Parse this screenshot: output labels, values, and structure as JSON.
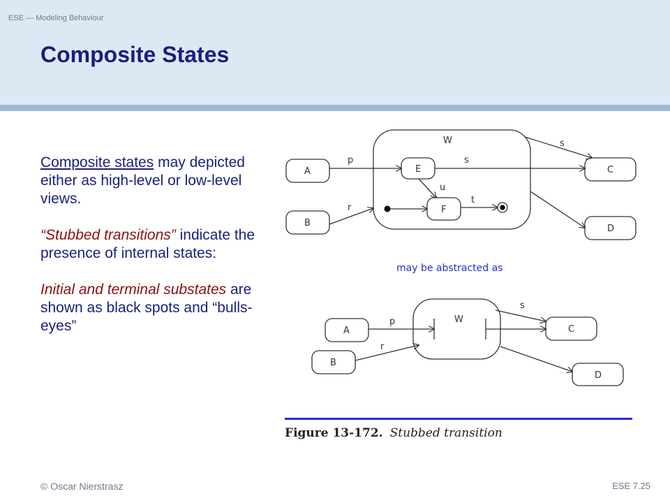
{
  "header": {
    "running_head": "ESE — Modeling Behaviour",
    "title": "Composite States"
  },
  "body": {
    "p1_link": "Composite states",
    "p1_rest": " may depicted either as high-level or low-level views.",
    "p2_quoted": "“Stubbed transitions”",
    "p2_rest": " indicate the presence of internal states:",
    "p3_italic": "Initial and terminal substates",
    "p3_rest": " are shown as black spots and “bulls-eyes”"
  },
  "diagram_top": {
    "composite_label": "W",
    "states": [
      "A",
      "B",
      "E",
      "F",
      "C",
      "D"
    ],
    "transitions": [
      "p",
      "s",
      "u",
      "r",
      "t",
      "s"
    ]
  },
  "middle_text": "may be abstracted as",
  "diagram_bottom": {
    "composite_label": "W",
    "states": [
      "A",
      "B",
      "C",
      "D"
    ],
    "transitions": [
      "p",
      "r",
      "s"
    ]
  },
  "figure": {
    "number": "Figure 13-172.",
    "title": "Stubbed transition"
  },
  "colors": {
    "title": "#1a1f7a",
    "accent_red": "#8b1010",
    "header_band": "#dde8f4",
    "figure_rule": "#2a2ad8",
    "abstracted_text": "#2d2db8"
  },
  "footer": {
    "left": "© Oscar Nierstrasz",
    "right": "ESE 7.25"
  }
}
